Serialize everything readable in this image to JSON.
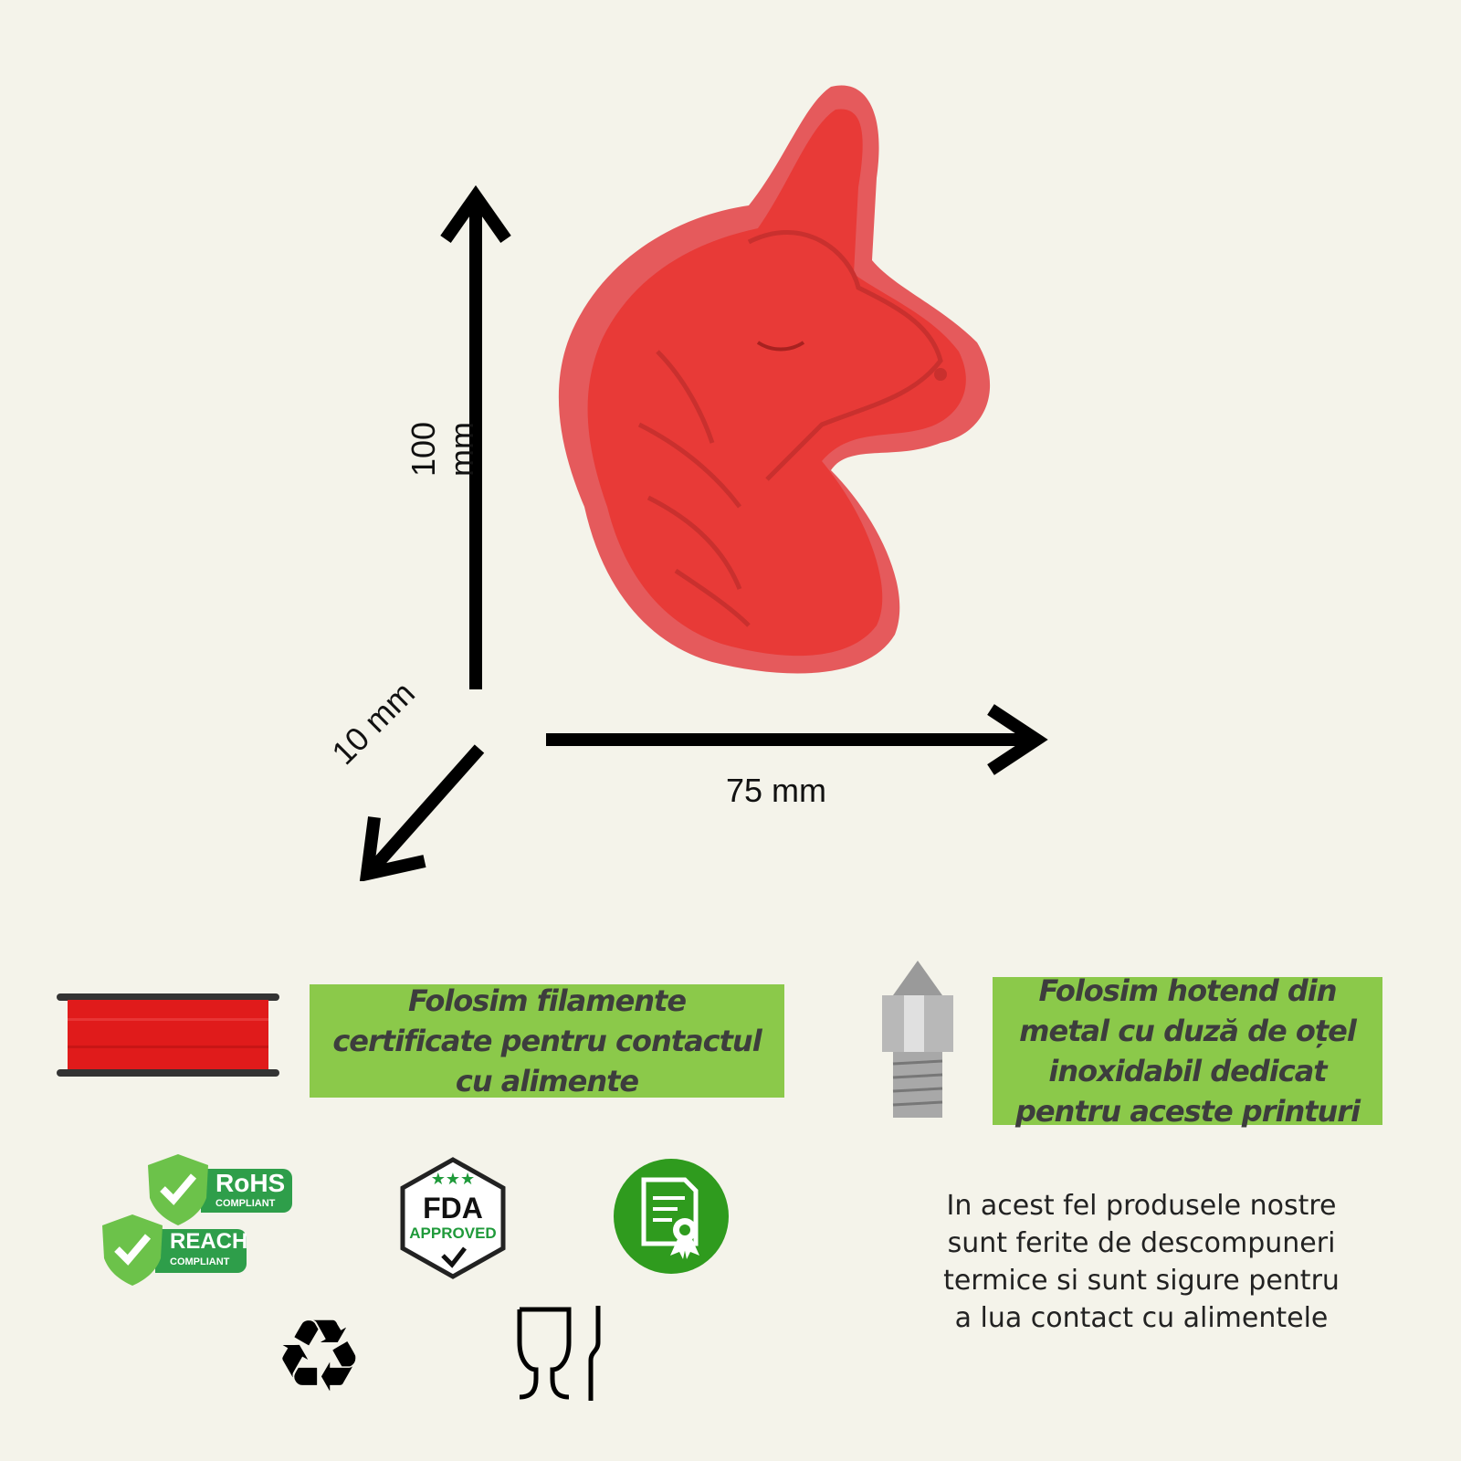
{
  "dimensions": {
    "height": "100 mm",
    "width": "75 mm",
    "depth": "10 mm"
  },
  "filament_box": {
    "text": "Folosim filamente certificate pentru contactul cu alimente"
  },
  "hotend_box": {
    "text": "Folosim hotend din metal cu duză de oțel inoxidabil dedicat pentru aceste printuri"
  },
  "info_text": "In acest fel produsele nostre sunt ferite de descompuneri termice si sunt sigure pentru a lua contact cu alimentele",
  "badges": {
    "rohs": "RoHS",
    "rohs_sub": "COMPLIANT",
    "reach": "REACH",
    "reach_sub": "COMPLIANT",
    "fda": "FDA",
    "fda_sub": "APPROVED"
  },
  "colors": {
    "background": "#f4f3ea",
    "green": "#8bc94a",
    "product": "#e23a3f"
  }
}
